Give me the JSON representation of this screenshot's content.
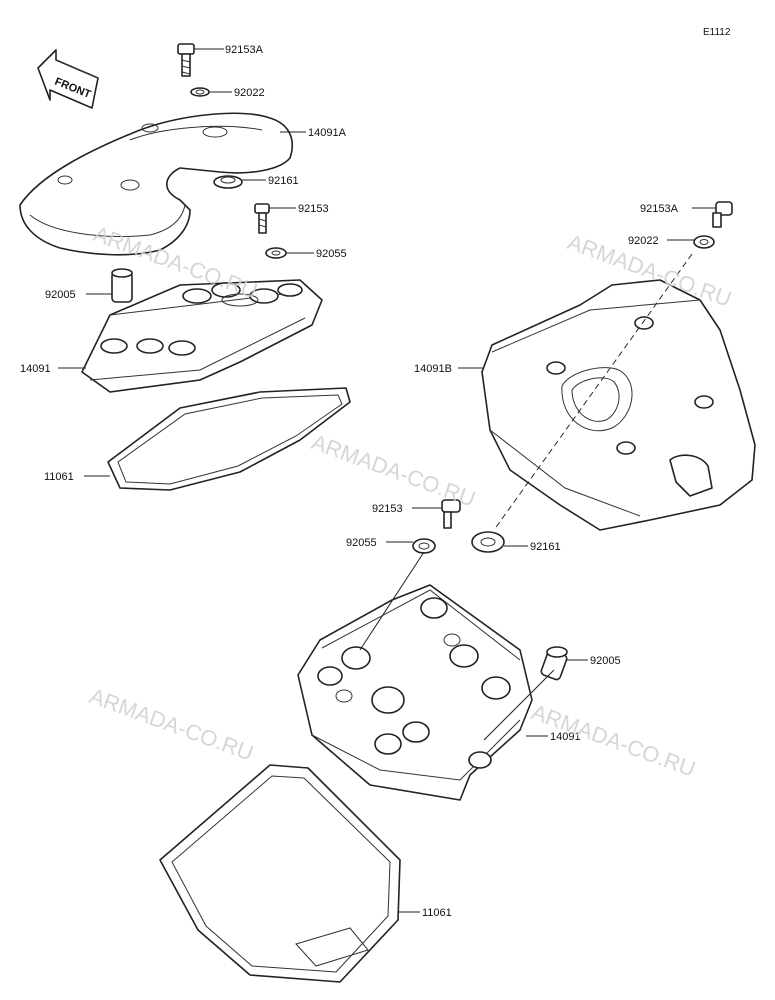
{
  "diagram_code": "E1112",
  "front_label": "FRONT",
  "watermarks": [
    "ARMADA-CO.RU",
    "ARMADA-CO.RU",
    "ARMADA-CO.RU",
    "ARMADA-CO.RU",
    "ARMADA-CO.RU"
  ],
  "labels": {
    "l92153A_top": "92153A",
    "l92022_top": "92022",
    "l14091A": "14091A",
    "l92161_top": "92161",
    "l92153_top": "92153",
    "l92055_top": "92055",
    "l92005_top": "92005",
    "l14091_top": "14091",
    "l11061_top": "11061",
    "l92153A_right": "92153A",
    "l92022_right": "92022",
    "l14091B": "14091B",
    "l92153_mid": "92153",
    "l92055_mid": "92055",
    "l92161_mid": "92161",
    "l92005_bottom": "92005",
    "l14091_bottom": "14091",
    "l11061_bottom": "11061"
  }
}
